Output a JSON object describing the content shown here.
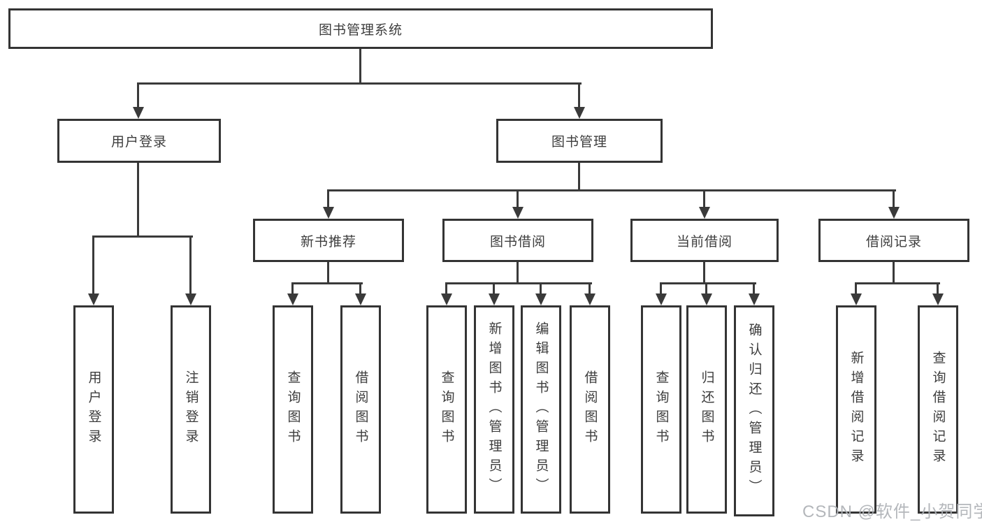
{
  "diagram": {
    "background": "#ffffff",
    "line_color": "#3a3a3a",
    "text_color": "#3d3d3d",
    "watermark": {
      "text": "CSDN @软件_小贺同学",
      "color": "#aeb1b6"
    },
    "tree": {
      "root": {
        "label": "图书管理系统",
        "children": [
          {
            "label": "用户登录",
            "children": [
              {
                "label": "用户登录"
              },
              {
                "label": "注销登录"
              }
            ]
          },
          {
            "label": "图书管理",
            "children": [
              {
                "label": "新书推荐",
                "children": [
                  {
                    "label": "查询图书"
                  },
                  {
                    "label": "借阅图书"
                  }
                ]
              },
              {
                "label": "图书借阅",
                "children": [
                  {
                    "label": "查询图书"
                  },
                  {
                    "label": "新增图书（管理员）"
                  },
                  {
                    "label": "编辑图书（管理员）"
                  },
                  {
                    "label": "借阅图书"
                  }
                ]
              },
              {
                "label": "当前借阅",
                "children": [
                  {
                    "label": "查询图书"
                  },
                  {
                    "label": "归还图书"
                  },
                  {
                    "label": "确认归还（管理员）"
                  }
                ]
              },
              {
                "label": "借阅记录",
                "children": [
                  {
                    "label": "新增借阅记录"
                  },
                  {
                    "label": "查询借阅记录"
                  }
                ]
              }
            ]
          }
        ]
      }
    }
  }
}
